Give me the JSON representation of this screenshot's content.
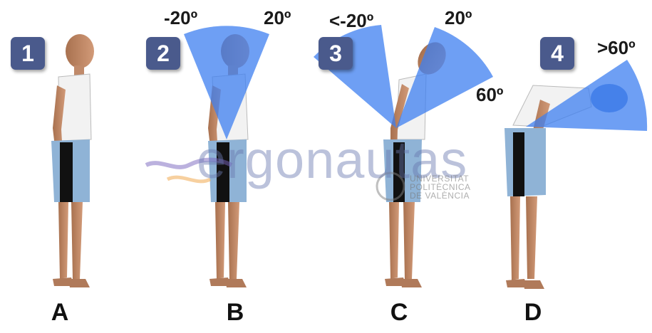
{
  "panels": [
    {
      "number": "1",
      "letter": "A"
    },
    {
      "number": "2",
      "letter": "B"
    },
    {
      "number": "3",
      "letter": "C"
    },
    {
      "number": "4",
      "letter": "D"
    }
  ],
  "angle_labels": {
    "b_neg": "-20º",
    "b_pos": "20º",
    "c_neg": "<-20º",
    "c_pos": "20º",
    "c_far": "60º",
    "d_far": ">60º"
  },
  "watermark": {
    "brand": "ergonautas",
    "university_lines": [
      "UNIVERSITAT",
      "POLITÈCNICA",
      "DE VALÈNCIA"
    ]
  },
  "colors": {
    "wedge": "#3d7ff0",
    "badge": "#4a5a8c",
    "skin": "#c08a6a",
    "shirt": "#f2f2f2",
    "shorts": "#8fb3d6",
    "shorts_stripe": "#111111"
  }
}
